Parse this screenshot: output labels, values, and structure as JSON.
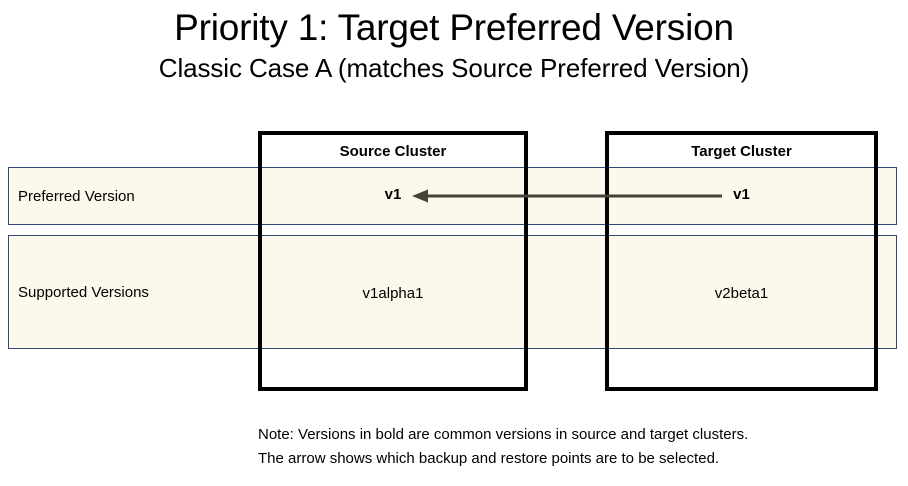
{
  "title": {
    "main": "Priority 1: Target Preferred Version",
    "sub": "Classic Case A (matches Source Preferred Version)"
  },
  "clusters": {
    "source_label": "Source Cluster",
    "target_label": "Target Cluster"
  },
  "rows": [
    {
      "label": "Preferred Version",
      "source_value": "v1",
      "target_value": "v1",
      "bold": true
    },
    {
      "label": "Supported Versions",
      "source_value": "v1alpha1",
      "target_value": "v2beta1",
      "bold": false
    }
  ],
  "arrow": {
    "name": "arrow-target-to-source",
    "direction": "right-to-left",
    "from": "Target Cluster Preferred Version",
    "to": "Source Cluster Preferred Version",
    "color": "#474237"
  },
  "note": {
    "line1": "Note: Versions in bold are common versions in source and target clusters.",
    "line2": "The arrow shows which backup and restore points are to be selected."
  },
  "colors": {
    "row_fill": "#fdf8ec",
    "row_border": "#2e4a7d",
    "box_border": "#000000",
    "arrow": "#474237",
    "text": "#000000",
    "background": "#ffffff"
  }
}
